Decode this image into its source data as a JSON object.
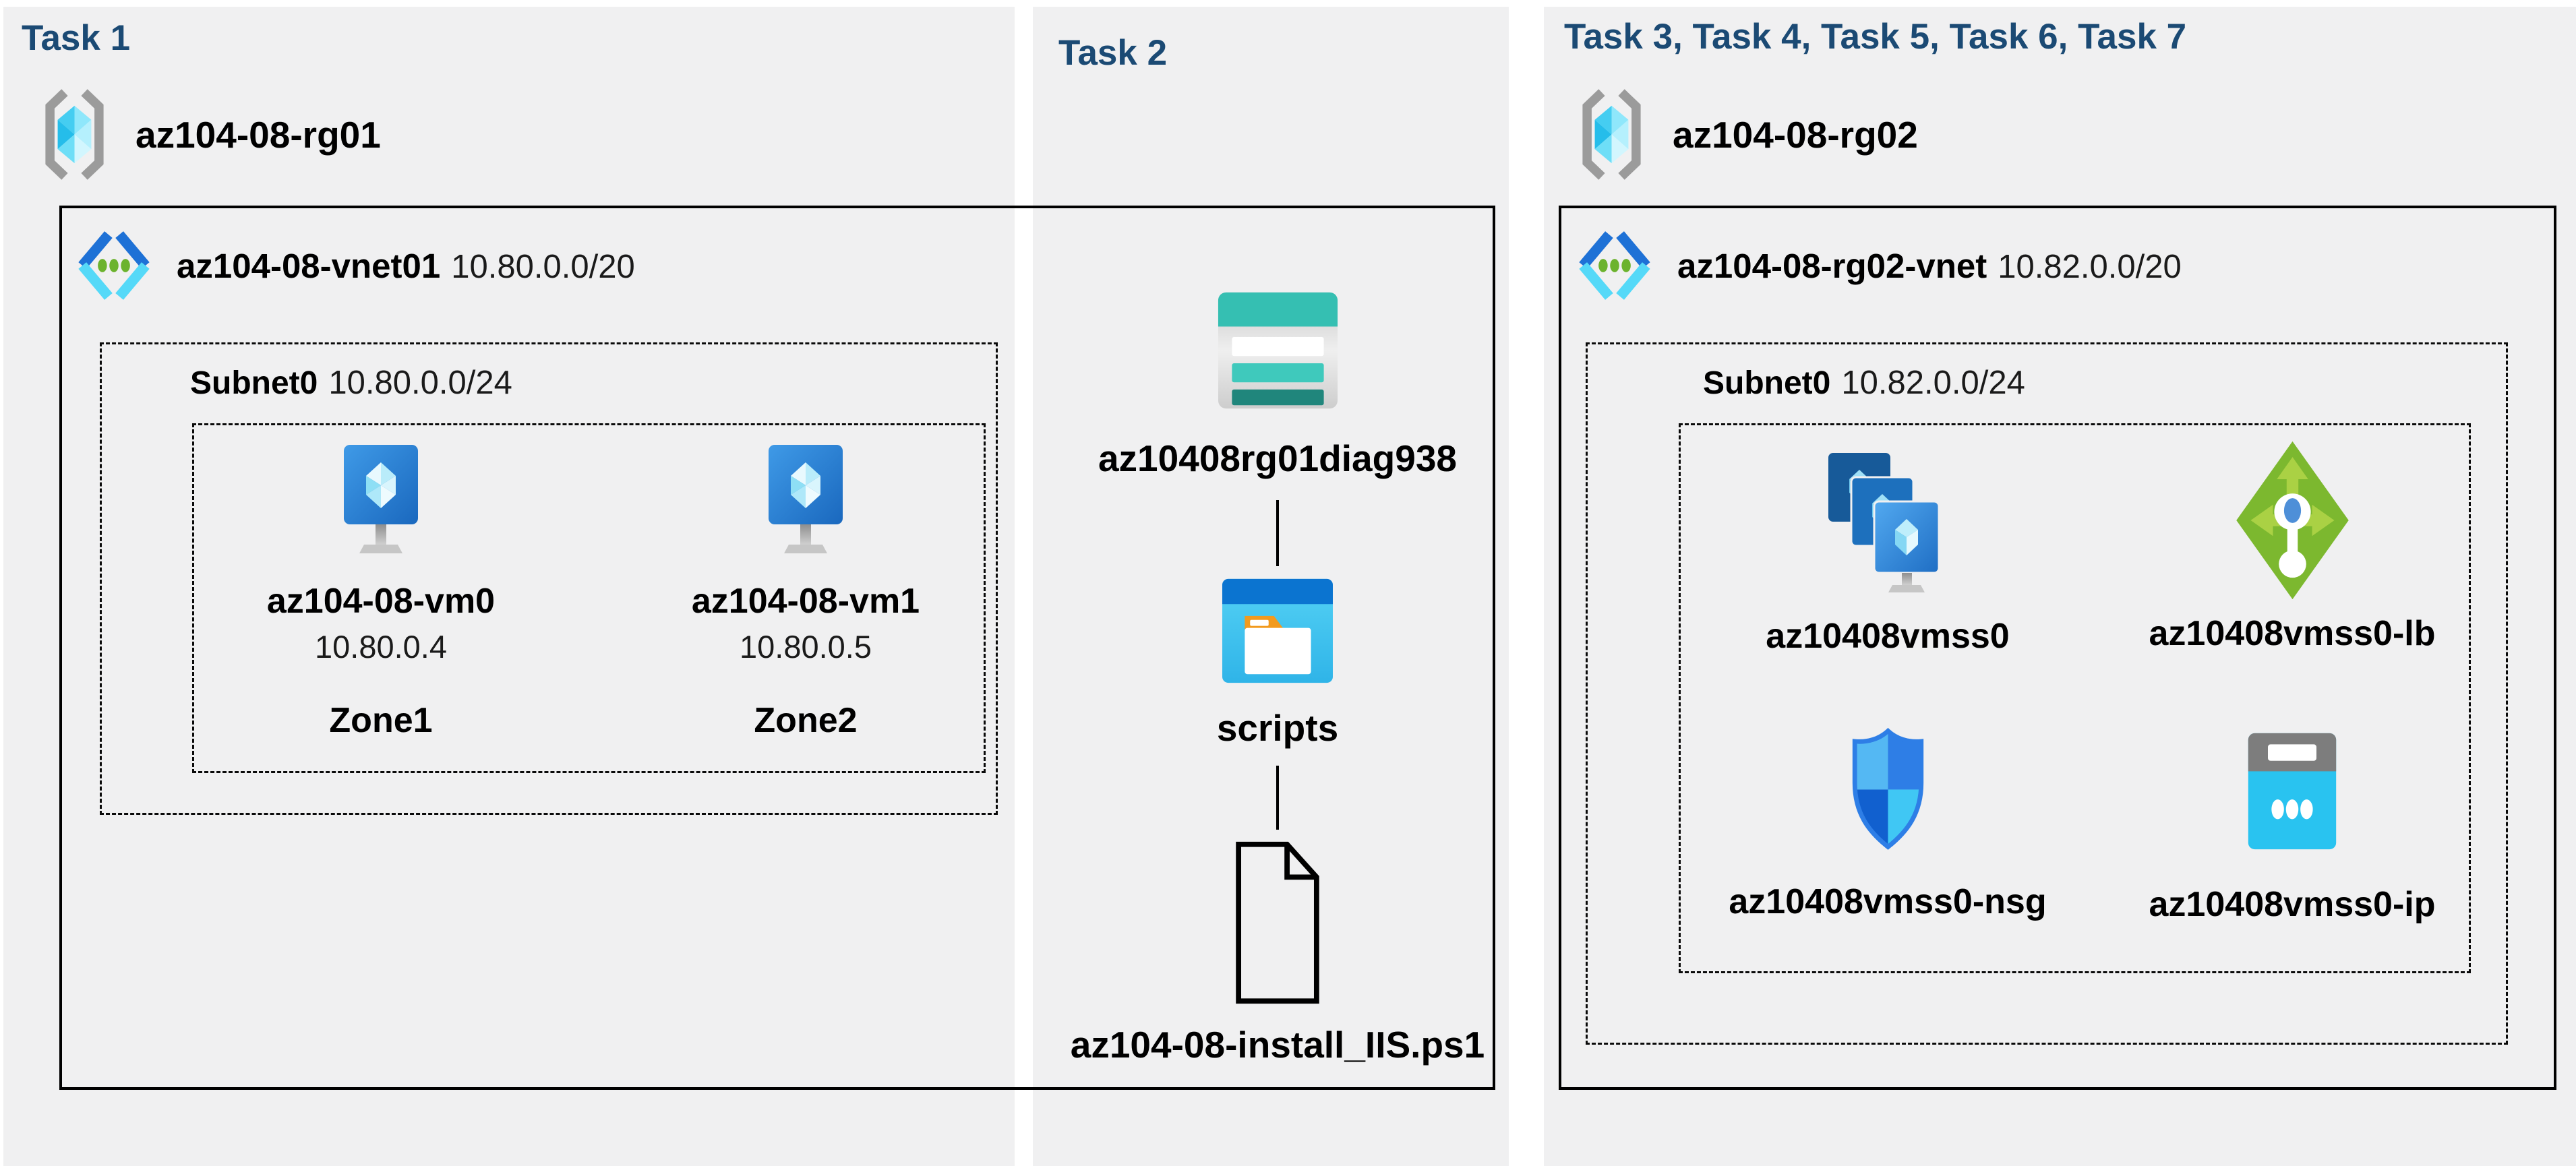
{
  "colors": {
    "task_header_text": "#1b4a74",
    "panel_background": "#f0f0f1",
    "label_text": "#000000",
    "azure_vm_blue": "#2f86d6",
    "azure_cyan": "#29c3f0",
    "storage_teal": "#35bfb2",
    "load_balancer_green": "#7cb82f",
    "vnet_dot_green": "#6cb32e",
    "bracket_gray": "#9b9b9b"
  },
  "panels": [
    {
      "header": "Task 1",
      "resource_group": {
        "name": "az104-08-rg01"
      },
      "vnet": {
        "name": "az104-08-vnet01",
        "cidr": "10.80.0.0/20"
      },
      "subnet": {
        "name": "Subnet0",
        "cidr": "10.80.0.0/24"
      },
      "vms": [
        {
          "name": "az104-08-vm0",
          "ip": "10.80.0.4",
          "zone": "Zone1"
        },
        {
          "name": "az104-08-vm1",
          "ip": "10.80.0.5",
          "zone": "Zone2"
        }
      ]
    },
    {
      "header": "Task 2",
      "chain": [
        {
          "name": "az10408rg01diag938",
          "type": "storage-account"
        },
        {
          "name": "scripts",
          "type": "blob-container"
        },
        {
          "name": "az104-08-install_IIS.ps1",
          "type": "script-file"
        }
      ]
    },
    {
      "header": "Task 3, Task 4, Task 5, Task 6, Task 7",
      "resource_group": {
        "name": "az104-08-rg02"
      },
      "vnet": {
        "name": "az104-08-rg02-vnet",
        "cidr": "10.82.0.0/20"
      },
      "subnet": {
        "name": "Subnet0",
        "cidr": "10.82.0.0/24"
      },
      "resources": [
        {
          "name": "az10408vmss0",
          "type": "vm-scale-set"
        },
        {
          "name": "az10408vmss0-lb",
          "type": "load-balancer"
        },
        {
          "name": "az10408vmss0-nsg",
          "type": "network-security-group"
        },
        {
          "name": "az10408vmss0-ip",
          "type": "public-ip"
        }
      ]
    }
  ]
}
